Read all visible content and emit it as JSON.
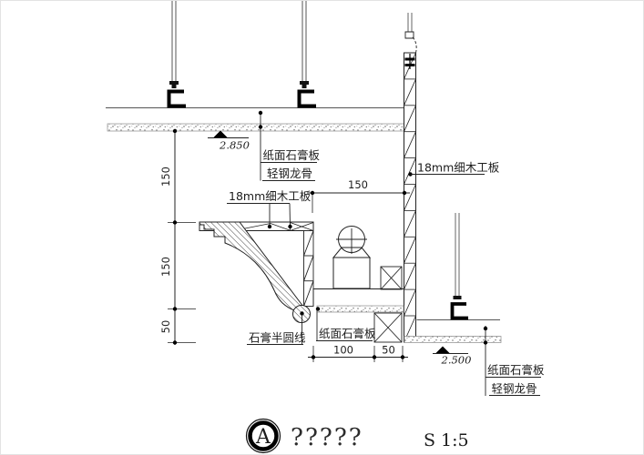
{
  "colors": {
    "line": "#1c1c1c",
    "background": "#ffffff"
  },
  "annotations": {
    "upper_ceiling": {
      "board": "纸面石膏板",
      "keel": "轻钢龙骨"
    },
    "lower_ceiling": {
      "board": "纸面石膏板",
      "keel": "轻钢龙骨"
    },
    "wall_blockboard": "18mm细木工板",
    "cove_blockboard": "18mm细木工板",
    "half_round_molding": "石膏半圆线",
    "cove_gypsum_board": "纸面石膏板"
  },
  "elevations": {
    "upper": "2.850",
    "lower": "2.500"
  },
  "dimensions": {
    "left_top": "150",
    "left_mid": "150",
    "left_bottom": "50",
    "cove_width": "150",
    "bottom_left": "100",
    "bottom_right": "50"
  },
  "title": {
    "detail_letter": "A",
    "name": "?????",
    "scale": "S 1:5"
  }
}
